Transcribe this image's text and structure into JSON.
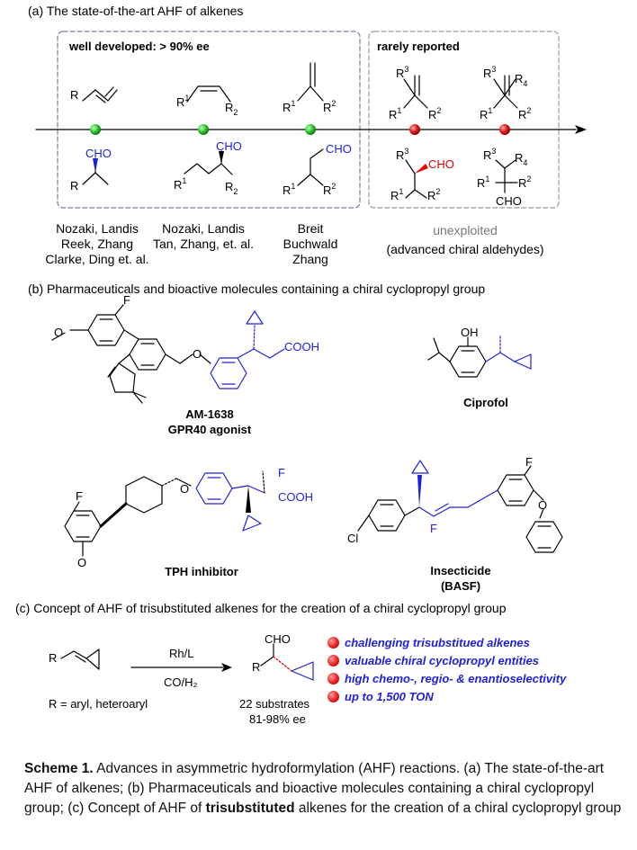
{
  "partA": {
    "heading": "(a) The state-of-the-art AHF of alkenes",
    "box_left_title": "well developed: > 90% ee",
    "box_right_title": "rarely reported",
    "refs": [
      "Nozaki, Landis\nReek, Zhang\nClarke, Ding et. al.",
      "Nozaki, Landis\nTan, Zhang, et. al.",
      "Breit\nBuchwald\nZhang"
    ],
    "unexploited": "unexploited",
    "advanced": "(advanced chiral aldehydes)",
    "colors": {
      "good": "#33cc33",
      "rare": "#e02020",
      "box": "#7a7aaa"
    }
  },
  "partB": {
    "heading": "(b) Pharmaceuticals and bioactive molecules containing a chiral cyclopropyl group",
    "am1638": "AM-1638",
    "gpr40": "GPR40 agonist",
    "ciprofol": "Ciprofol",
    "tph": "TPH inhibitor",
    "insecticide": "Insecticide",
    "basf": "(BASF)"
  },
  "partC": {
    "heading": "(c) Concept of AHF of trisubstituted alkenes for the creation of a chiral cyclopropyl group",
    "reagent_top": "Rh/L",
    "reagent_bottom": "CO/H₂",
    "r_def": "R = aryl, heteroaryl",
    "substrates": "22 substrates",
    "ee": "81-98% ee",
    "bullets": [
      "challenging trisubstitued alkenes",
      "valuable chiral cyclopropyl entities",
      "high chemo-, regio- & enantioselectivity",
      "up to 1,500 TON"
    ]
  },
  "caption": {
    "bold": "Scheme 1.",
    "text1": " Advances in asymmetric hydroformylation (AHF) reactions. (a) The state-of-the-art AHF of alkenes; (b) Pharmaceuticals and bioactive molecules containing a chiral cyclopropyl group; (c) Concept of AHF of ",
    "bold2": "trisubstituted",
    "text2": " alkenes for the creation of a chiral cyclopropyl group"
  },
  "atoms": {
    "R": "R",
    "R1": "R",
    "R2": "R",
    "R3": "R",
    "R4": "R",
    "CHO": "CHO",
    "COOH": "COOH",
    "F": "F",
    "O": "O",
    "OH": "OH",
    "Cl": "Cl",
    "sup1": "1",
    "sup2": "2",
    "sup3": "3",
    "sub2": "2",
    "sub4": "4"
  }
}
